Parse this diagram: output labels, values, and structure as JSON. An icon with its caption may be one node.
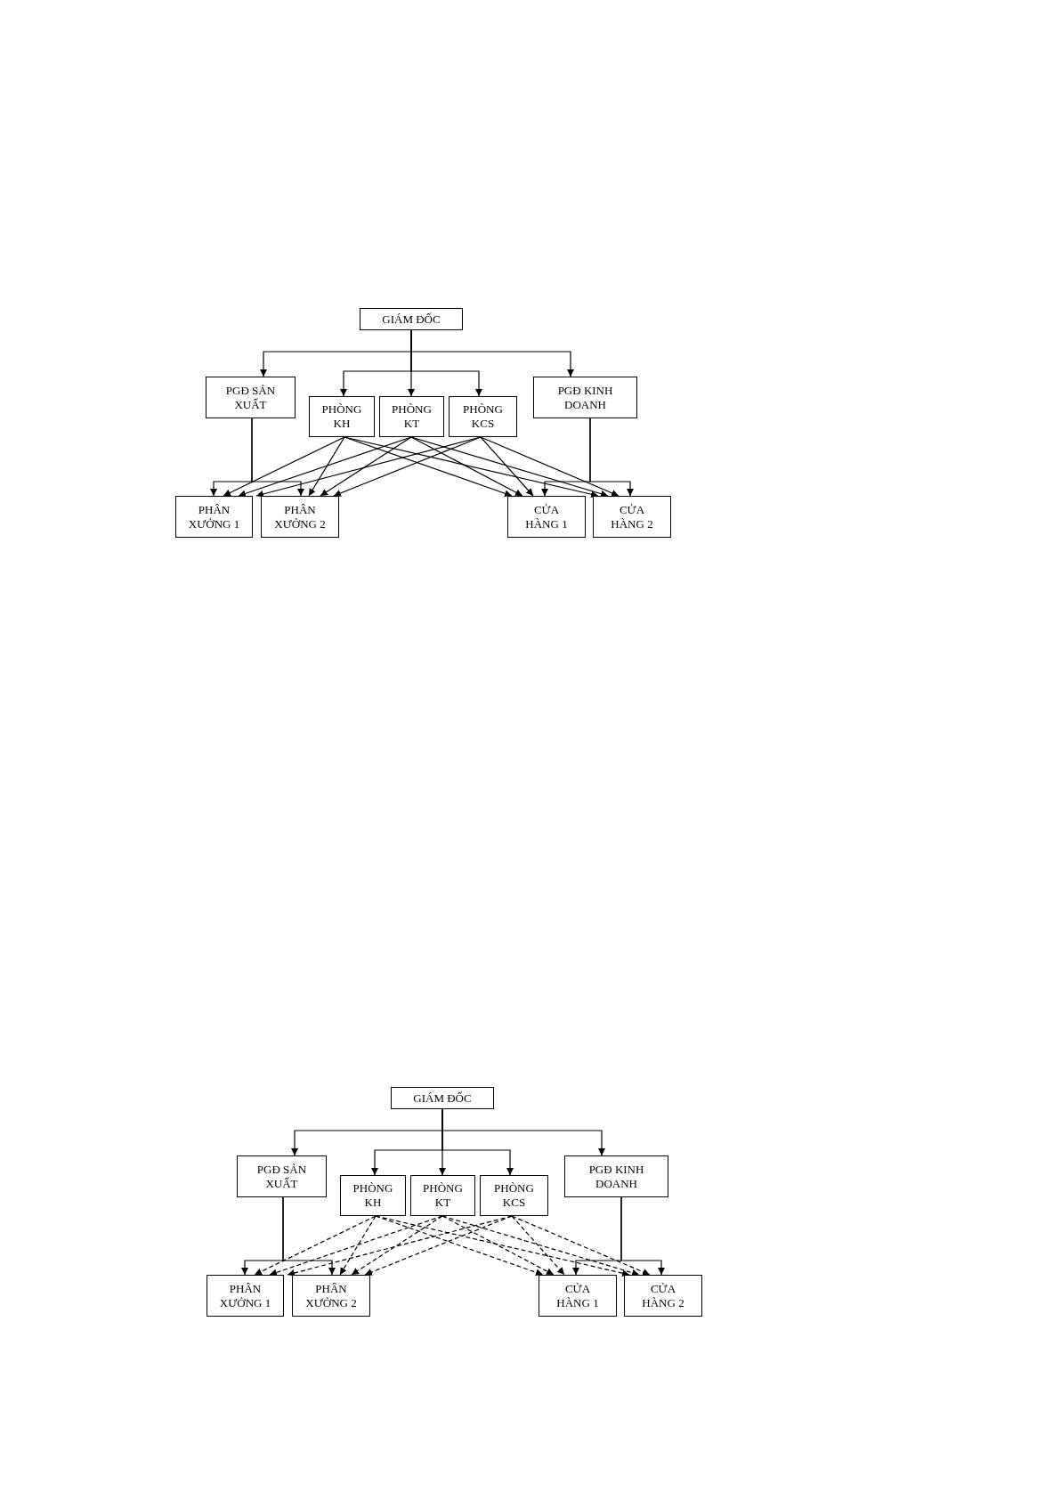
{
  "diagram": {
    "nodes": [
      {
        "text": [
          "GIÁM ĐỐC"
        ]
      },
      {
        "text": [
          "PGĐ SẢN XUẤT"
        ]
      },
      {
        "text": [
          "PHÒNG KH"
        ]
      },
      {
        "text": [
          "PHÒNG KT"
        ]
      },
      {
        "text": [
          "PHÒNG KCS"
        ]
      },
      {
        "text": [
          "PGĐ KINH DOANH"
        ]
      },
      {
        "text": [
          "PHÂN XƯỞNG 1"
        ]
      },
      {
        "text": [
          "PHÂN XƯỞNG 2"
        ]
      },
      {
        "text": [
          "CỬA HÀNG 1"
        ]
      },
      {
        "text": [
          "CỬA HÀNG 2"
        ]
      },
      {
        "text": [
          "GIÁM ĐỐC"
        ]
      },
      {
        "text": [
          "PGĐ SẢN XUẤT"
        ]
      },
      {
        "text": [
          "PHÒNG KH"
        ]
      },
      {
        "text": [
          "PHÒNG KT"
        ]
      },
      {
        "text": [
          "PHÒNG KCS"
        ]
      },
      {
        "text": [
          "PGĐ KINH DOANH"
        ]
      },
      {
        "text": [
          "PHÂN XƯỞNG 1"
        ]
      },
      {
        "text": [
          "PHÂN XƯỞNG 2"
        ]
      },
      {
        "text": [
          "CỬA HÀNG 1"
        ]
      },
      {
        "text": [
          "CỬA HÀNG 2"
        ]
      }
    ],
    "edges": [
      {
        "from": 0,
        "to": 1,
        "arrow": "to"
      },
      {
        "from": 0,
        "to": 2,
        "arrow": "to"
      },
      {
        "from": 0,
        "to": 3,
        "arrow": "to"
      },
      {
        "from": 0,
        "to": 4,
        "arrow": "to"
      },
      {
        "from": 0,
        "to": 5,
        "arrow": "to"
      },
      {
        "from": 1,
        "to": 6,
        "arrow": "to"
      },
      {
        "from": 1,
        "to": 7,
        "arrow": "to"
      },
      {
        "from": 5,
        "to": 8,
        "arrow": "to"
      },
      {
        "from": 5,
        "to": 9,
        "arrow": "to"
      },
      {
        "from": 2,
        "to": 6,
        "arrow": "to"
      },
      {
        "from": 2,
        "to": 7,
        "arrow": "to"
      },
      {
        "from": 2,
        "to": 8,
        "arrow": "to"
      },
      {
        "from": 2,
        "to": 9,
        "arrow": "to"
      },
      {
        "from": 3,
        "to": 6,
        "arrow": "to"
      },
      {
        "from": 3,
        "to": 7,
        "arrow": "to"
      },
      {
        "from": 3,
        "to": 8,
        "arrow": "to"
      },
      {
        "from": 3,
        "to": 9,
        "arrow": "to"
      },
      {
        "from": 4,
        "to": 6,
        "arrow": "to"
      },
      {
        "from": 4,
        "to": 7,
        "arrow": "to"
      },
      {
        "from": 4,
        "to": 8,
        "arrow": "to"
      },
      {
        "from": 4,
        "to": 9,
        "arrow": "to"
      },
      {
        "from": 10,
        "to": 11,
        "arrow": "to"
      },
      {
        "from": 10,
        "to": 12,
        "arrow": "to"
      },
      {
        "from": 10,
        "to": 13,
        "arrow": "to"
      },
      {
        "from": 10,
        "to": 14,
        "arrow": "to"
      },
      {
        "from": 10,
        "to": 15,
        "arrow": "to"
      },
      {
        "from": 11,
        "to": 16,
        "arrow": "to"
      },
      {
        "from": 11,
        "to": 17,
        "arrow": "to"
      },
      {
        "from": 15,
        "to": 18,
        "arrow": "to"
      },
      {
        "from": 15,
        "to": 19,
        "arrow": "to"
      },
      {
        "from": 12,
        "to": 16,
        "arrow": "to",
        "style": "dashed"
      },
      {
        "from": 12,
        "to": 17,
        "arrow": "to",
        "style": "dashed"
      },
      {
        "from": 12,
        "to": 18,
        "arrow": "to",
        "style": "dashed"
      },
      {
        "from": 12,
        "to": 19,
        "arrow": "to",
        "style": "dashed"
      },
      {
        "from": 13,
        "to": 16,
        "arrow": "to",
        "style": "dashed"
      },
      {
        "from": 13,
        "to": 17,
        "arrow": "to",
        "style": "dashed"
      },
      {
        "from": 13,
        "to": 18,
        "arrow": "to",
        "style": "dashed"
      },
      {
        "from": 13,
        "to": 19,
        "arrow": "to",
        "style": "dashed"
      },
      {
        "from": 14,
        "to": 16,
        "arrow": "to",
        "style": "dashed"
      },
      {
        "from": 14,
        "to": 17,
        "arrow": "to",
        "style": "dashed"
      },
      {
        "from": 14,
        "to": 18,
        "arrow": "to",
        "style": "dashed"
      },
      {
        "from": 14,
        "to": 19,
        "arrow": "to",
        "style": "dashed"
      }
    ]
  }
}
